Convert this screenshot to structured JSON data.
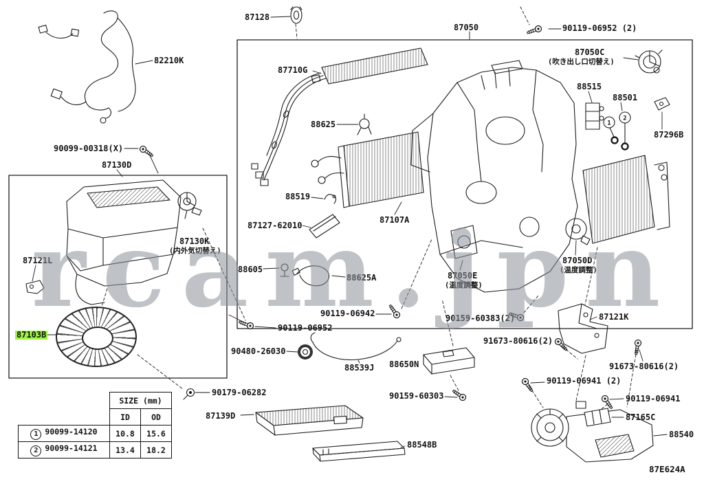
{
  "watermark": "rcam.jpn",
  "diagram_code": "87E624A",
  "highlight_color": "#9cf441",
  "circled": {
    "one": "1",
    "two": "2"
  },
  "labels": {
    "p87128": "87128",
    "p82210K": "82210K",
    "p90099_00318": "90099-00318(X)",
    "p87130D": "87130D",
    "p87121L": "87121L",
    "p87103B": "87103B",
    "p90179_06282": "90179-06282",
    "p87710G": "87710G",
    "p88625": "88625",
    "p88519": "88519",
    "p87127_62010": "87127-62010",
    "p88605": "88605",
    "p88625A": "88625A",
    "p87107A": "87107A",
    "p87130K": "87130K",
    "p87130K_note": "(内外気切替え)",
    "p90119_06952": "90119-06952",
    "p90480_26030": "90480-26030",
    "p88539J": "88539J",
    "p87139D": "87139D",
    "p88548B": "88548B",
    "p88650N": "88650N",
    "p90159_60303": "90159-60303",
    "p90119_06942": "90119-06942",
    "p90159_60383": "90159-60383(2)",
    "p91673_80616": "91673-80616(2)",
    "p87050": "87050",
    "p90119_06952_2": "90119-06952 (2)",
    "p87050C": "87050C",
    "p87050C_note": "(吹き出し口切替え)",
    "p88515": "88515",
    "p88501": "88501",
    "p87296B": "87296B",
    "p87050D": "87050D",
    "p87050D_note": "(温度調整)",
    "p87050E": "87050E",
    "p87050E_note": "(温度調整)",
    "p87121K": "87121K",
    "p91673_80616_b": "91673-80616(2)",
    "p90119_06941_2": "90119-06941 (2)",
    "p90119_06941": "90119-06941",
    "p87165C": "87165C",
    "p88540": "88540"
  },
  "table": {
    "title": "SIZE (mm)",
    "col_id": "ID",
    "col_od": "OD",
    "rows": [
      {
        "num": "1",
        "part": "90099-14120",
        "id_val": "10.8",
        "od_val": "15.6"
      },
      {
        "num": "2",
        "part": "90099-14121",
        "id_val": "13.4",
        "od_val": "18.2"
      }
    ]
  }
}
